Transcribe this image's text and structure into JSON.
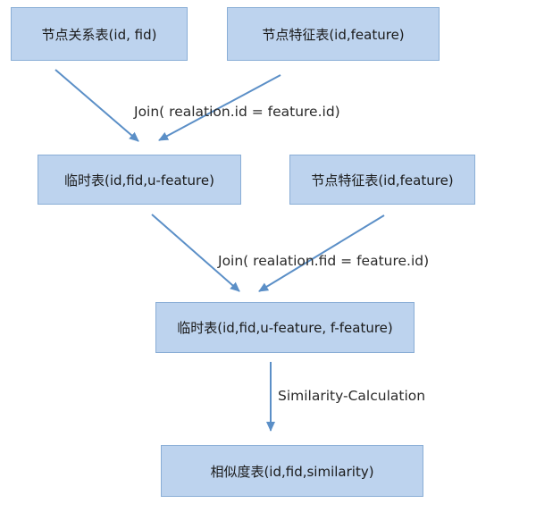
{
  "nodes": {
    "relation_table": "节点关系表(id, fid)",
    "feature_table_1": "节点特征表(id,feature)",
    "temp_table_1": "临时表(id,fid,u-feature)",
    "feature_table_2": "节点特征表(id,feature)",
    "temp_table_2": "临时表(id,fid,u-feature, f-feature)",
    "similarity_table": "相似度表(id,fid,similarity)"
  },
  "edges": {
    "join_1": "Join( realation.id = feature.id)",
    "join_2": "Join( realation.fid = feature.id)",
    "similarity": "Similarity-Calculation"
  },
  "colors": {
    "box_fill": "#bdd3ee",
    "box_border": "#8aaed6",
    "arrow": "#5b8fc7"
  }
}
